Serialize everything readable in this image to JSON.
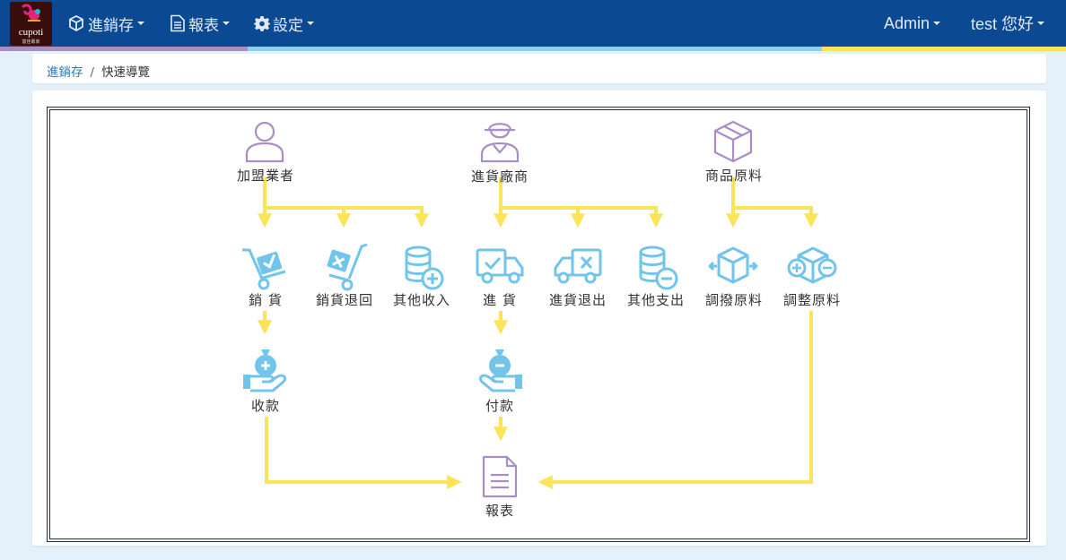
{
  "brand": {
    "logo_text": "cupoti",
    "logo_sub": "富佳專家"
  },
  "nav": {
    "inventory": "進銷存",
    "reports": "報表",
    "settings": "設定",
    "admin": "Admin",
    "user_greeting": "test 您好"
  },
  "breadcrumb": {
    "home": "進銷存",
    "separator": "/",
    "current": "快速導覽"
  },
  "flow": {
    "franchisee": "加盟業者",
    "supplier": "進貨廠商",
    "materials": "商品原料",
    "sales": "銷 貨",
    "sales_return": "銷貨退回",
    "other_income": "其他收入",
    "purchase": "進 貨",
    "purchase_return": "進貨退出",
    "other_expense": "其他支出",
    "transfer": "調撥原料",
    "adjust": "調整原料",
    "receipt": "收款",
    "payment": "付款",
    "report": "報表"
  },
  "colors": {
    "navbar": "#0b4a93",
    "purple": "#a98ec4",
    "blue": "#72c5ea",
    "yellow": "#fbe35a"
  }
}
